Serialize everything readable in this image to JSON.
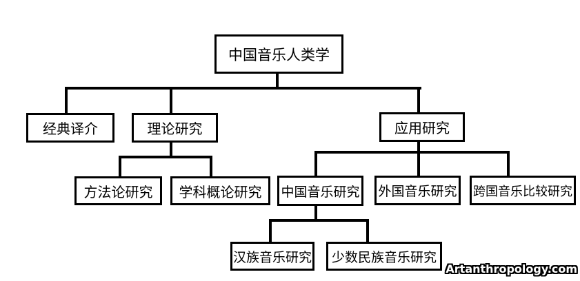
{
  "diagram": {
    "type": "tree",
    "tree": {
      "label": "中国音乐人类学",
      "children": [
        {
          "label": "经典译介",
          "children": []
        },
        {
          "label": "理论研究",
          "children": [
            {
              "label": "方法论研究",
              "children": []
            },
            {
              "label": "学科概论研究",
              "children": []
            }
          ]
        },
        {
          "label": "应用研究",
          "children": [
            {
              "label": "中国音乐研究",
              "children": [
                {
                  "label": "汉族音乐研究",
                  "children": []
                },
                {
                  "label": "少数民族音乐研究",
                  "children": []
                }
              ]
            },
            {
              "label": "外国音乐研究",
              "children": []
            },
            {
              "label": "跨国音乐比较研究",
              "children": []
            }
          ]
        }
      ]
    },
    "colors": {
      "background": "#ffffff",
      "box_border": "#000000",
      "box_fill": "#ffffff",
      "line": "#000000",
      "text": "#000000"
    }
  },
  "watermark": {
    "text": "Artanthropology.com",
    "fill": "#ffffff",
    "outline": "#000000"
  }
}
